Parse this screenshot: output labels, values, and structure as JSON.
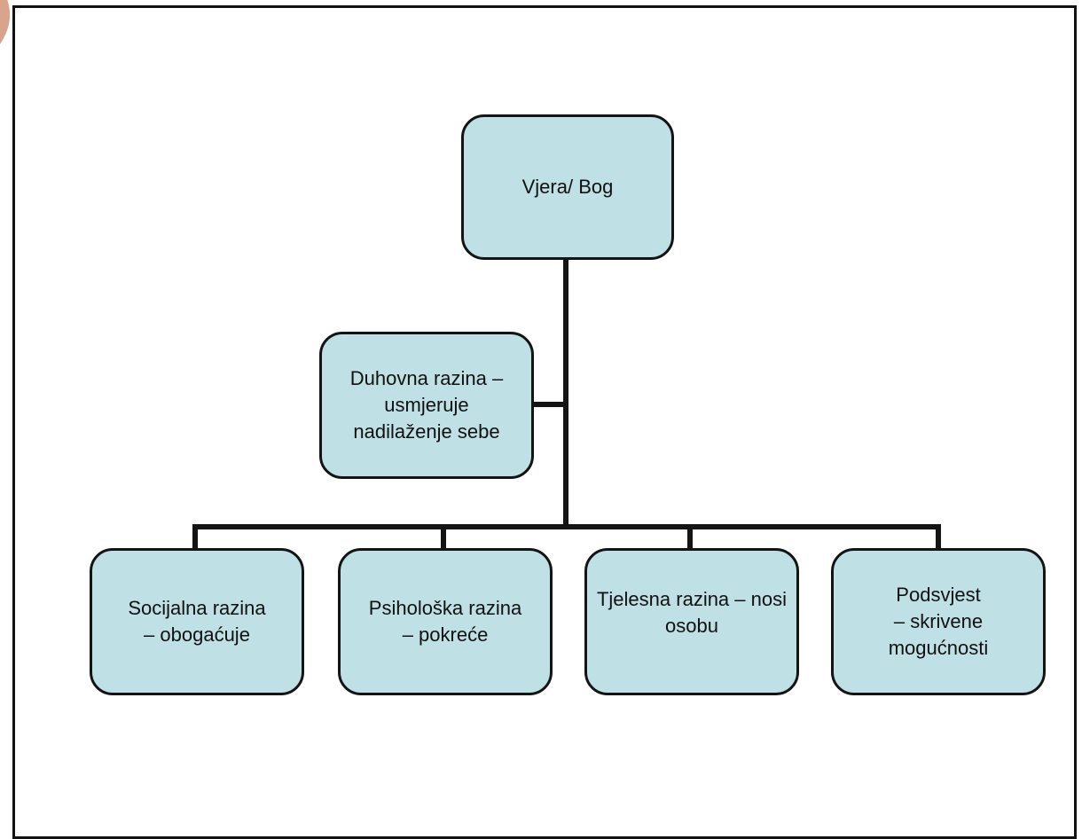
{
  "diagram": {
    "root": "Vjera/ Bog",
    "spiritual": "Duhovna razina –\nusmjeruje\nnadilaženje sebe",
    "levels": [
      "Socijalna razina\n– obogaćuje",
      "Psihološka razina\n– pokreće",
      "Tjelesna razina – nosi\nosobu",
      "Podsvjest\n– skrivene mogućnosti"
    ]
  },
  "colors": {
    "node_fill": "#bfe1e5",
    "stroke": "#141414"
  }
}
